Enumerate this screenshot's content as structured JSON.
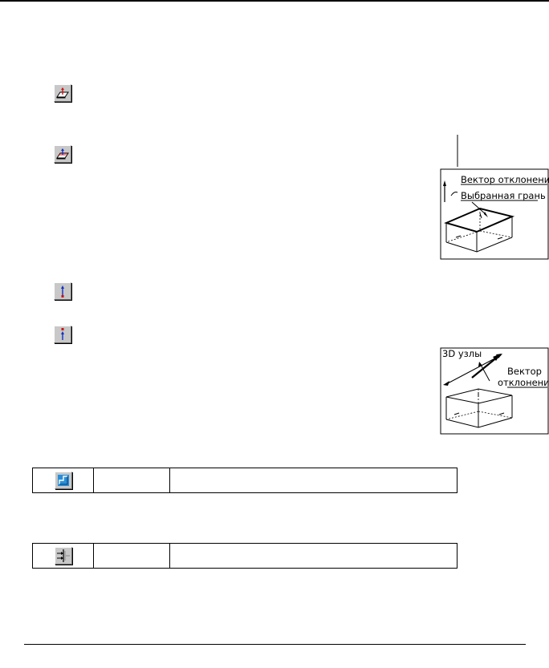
{
  "figure1": {
    "label_vector": "Вектор отклонения",
    "label_face": "Выбранная грань"
  },
  "figure2": {
    "label_node": "3D узлы",
    "label_vector_line1": "Вектор",
    "label_vector_line2": "отклонения"
  },
  "icons": {
    "button1": "face-offset-red-arrow-icon",
    "button2": "face-offset-blue-arrow-icon",
    "button3": "node-vector-up-icon",
    "button4": "node-vector-down-icon",
    "table1": "corner-frame-icon",
    "table2": "align-arrows-icon"
  },
  "colors": {
    "button_face": "#c8c8c8",
    "accent_red": "#d01010",
    "accent_blue": "#1030c0"
  }
}
